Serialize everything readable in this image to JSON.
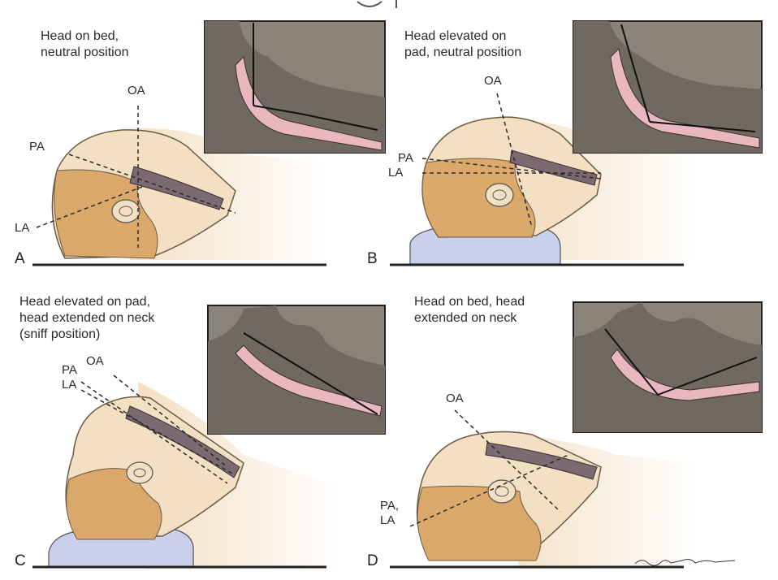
{
  "panels": [
    {
      "letter": "A",
      "caption": "Head on bed,\nneutral position",
      "labels": {
        "oa": "OA",
        "pa": "PA",
        "la": "LA"
      }
    },
    {
      "letter": "B",
      "caption": "Head elevated on\npad, neutral position",
      "labels": {
        "oa": "OA",
        "pa": "PA",
        "la": "LA"
      }
    },
    {
      "letter": "C",
      "caption": "Head elevated on pad,\nhead extended on neck\n(sniff position)",
      "labels": {
        "oa": "OA",
        "pa": "PA",
        "la": "LA"
      }
    },
    {
      "letter": "D",
      "caption": "Head on bed, head\nextended on neck",
      "labels": {
        "oa": "OA",
        "pa_la": "PA,\nLA"
      }
    }
  ],
  "colors": {
    "skin": "#f3dfc2",
    "hair": "#d9a86a",
    "pad": "#c9d0ec",
    "inset_bg": "#8a8378",
    "airway": "#e8b7c0",
    "line": "#2a2a2a"
  },
  "icons": [
    "head-profile",
    "pillow-pad",
    "airway-inset"
  ]
}
